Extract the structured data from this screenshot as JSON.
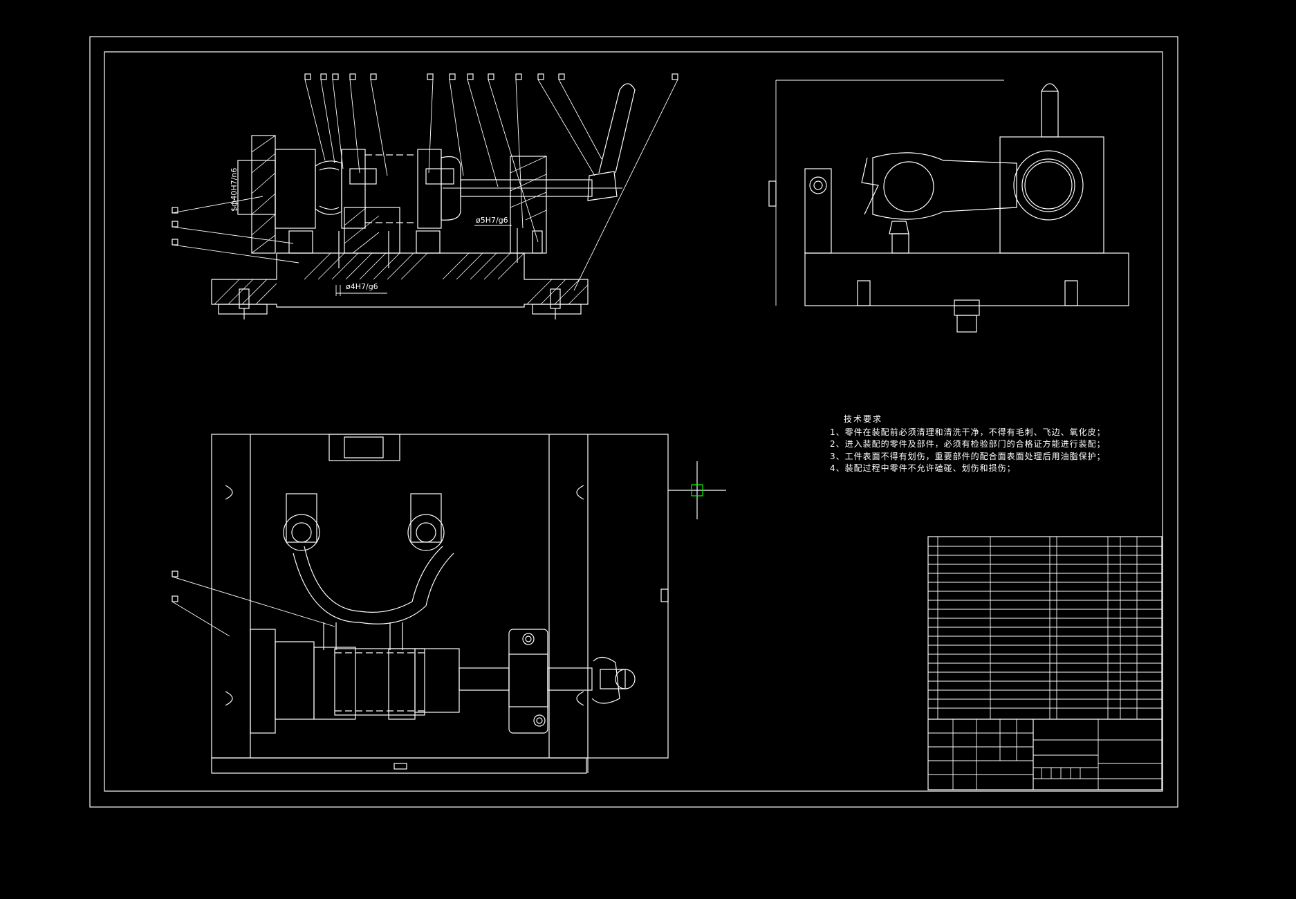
{
  "drawing": {
    "dimensions": {
      "fit_d40": "$ф40H7/n6",
      "fit_d5": "ø5H7/g6",
      "fit_d4": "ø4H7/g6"
    },
    "technical_requirements": {
      "title": "技术要求",
      "items": [
        "1、零件在装配前必须清理和清洗干净，不得有毛刺、飞边、氧化皮；",
        "2、进入装配的零件及部件，必须有检验部门的合格证方能进行装配；",
        "3、工件表面不得有划伤，重要部件的配合面表面处理后用油脂保护；",
        "4、装配过程中零件不允许磕碰、划伤和损伤；"
      ]
    },
    "colors": {
      "background": "#000000",
      "line": "#ffffff",
      "cursor": "#00ff00"
    },
    "icons": [
      "crosshair-cursor-icon"
    ]
  }
}
